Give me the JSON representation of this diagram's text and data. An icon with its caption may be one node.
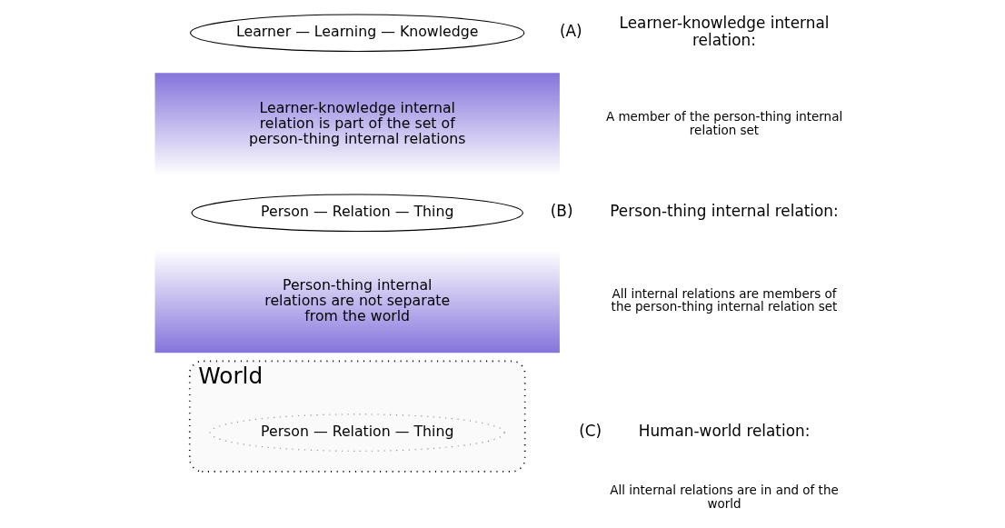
{
  "diagram": {
    "nodes": [
      {
        "text": [
          "Learner — Learning — Knowledge"
        ]
      },
      {
        "text": [
          "Learner-knowledge internal relation is part of the set of person-thing internal relations"
        ]
      },
      {
        "text": [
          "Person — Relation — Thing"
        ]
      },
      {
        "text": [
          "Person-thing internal relations are not separate from the world"
        ]
      },
      {
        "text": [
          "World"
        ]
      },
      {
        "text": [
          "Person — Relation — Thing"
        ],
        "in": 4
      }
    ],
    "edges": [],
    "labels": [
      "(A)",
      "Learner-knowledge internal relation:",
      "A member of the person-thing internal relation set",
      "(B)",
      "Person-thing internal relation:",
      "All internal relations are members of the person-thing internal relation set",
      "(C)",
      "Human-world relation:",
      "All internal relations are in and of the world"
    ]
  }
}
